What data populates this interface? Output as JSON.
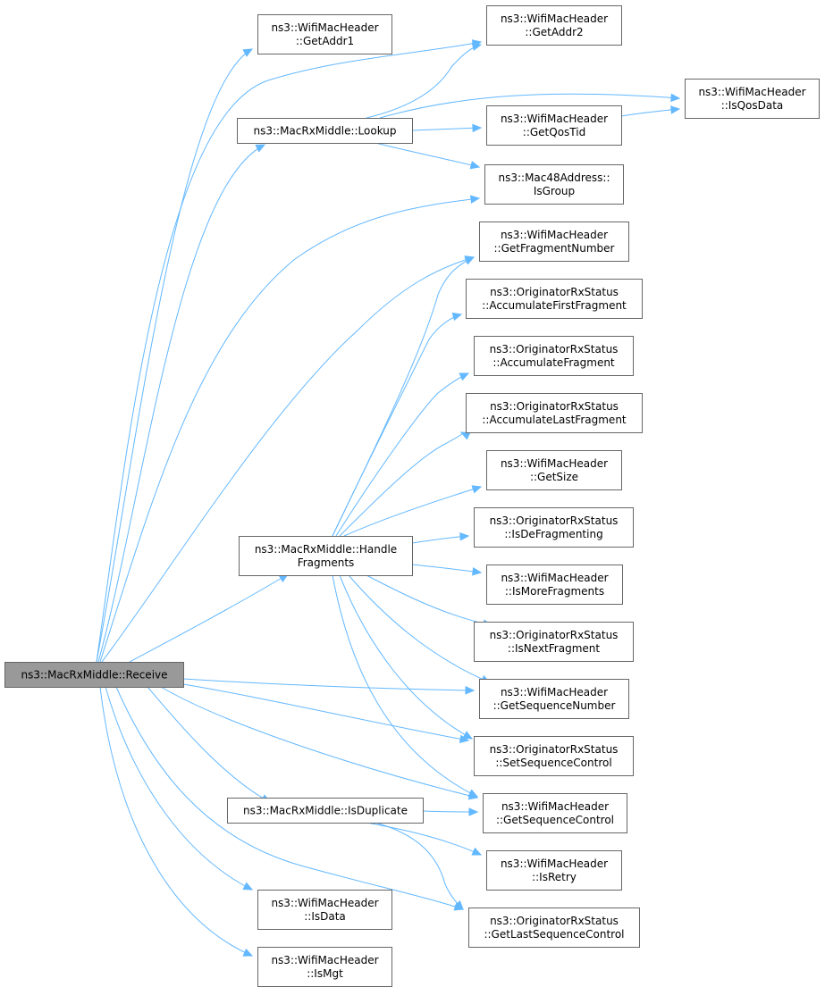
{
  "nodes": [
    {
      "id": "receive",
      "lines": [
        "ns3::MacRxMiddle::Receive"
      ],
      "root": true,
      "interactable": true
    },
    {
      "id": "getaddr1",
      "lines": [
        "ns3::WifiMacHeader",
        "::GetAddr1"
      ],
      "interactable": true
    },
    {
      "id": "getaddr2",
      "lines": [
        "ns3::WifiMacHeader",
        "::GetAddr2"
      ],
      "interactable": true
    },
    {
      "id": "lookup",
      "lines": [
        "ns3::MacRxMiddle::Lookup"
      ],
      "interactable": true
    },
    {
      "id": "isqosdata",
      "lines": [
        "ns3::WifiMacHeader",
        "::IsQosData"
      ],
      "interactable": true
    },
    {
      "id": "getqostid",
      "lines": [
        "ns3::WifiMacHeader",
        "::GetQosTid"
      ],
      "interactable": true
    },
    {
      "id": "isgroup",
      "lines": [
        "ns3::Mac48Address::",
        "IsGroup"
      ],
      "interactable": true
    },
    {
      "id": "getfragmentnumber",
      "lines": [
        "ns3::WifiMacHeader",
        "::GetFragmentNumber"
      ],
      "interactable": true
    },
    {
      "id": "accfirst",
      "lines": [
        "ns3::OriginatorRxStatus",
        "::AccumulateFirstFragment"
      ],
      "interactable": true
    },
    {
      "id": "accfrag",
      "lines": [
        "ns3::OriginatorRxStatus",
        "::AccumulateFragment"
      ],
      "interactable": true
    },
    {
      "id": "acclast",
      "lines": [
        "ns3::OriginatorRxStatus",
        "::AccumulateLastFragment"
      ],
      "interactable": true
    },
    {
      "id": "getsize",
      "lines": [
        "ns3::WifiMacHeader",
        "::GetSize"
      ],
      "interactable": true
    },
    {
      "id": "handlefragments",
      "lines": [
        "ns3::MacRxMiddle::Handle",
        "Fragments"
      ],
      "interactable": true
    },
    {
      "id": "isdefrag",
      "lines": [
        "ns3::OriginatorRxStatus",
        "::IsDeFragmenting"
      ],
      "interactable": true
    },
    {
      "id": "ismorefrag",
      "lines": [
        "ns3::WifiMacHeader",
        "::IsMoreFragments"
      ],
      "interactable": true
    },
    {
      "id": "isnextfrag",
      "lines": [
        "ns3::OriginatorRxStatus",
        "::IsNextFragment"
      ],
      "interactable": true
    },
    {
      "id": "getseqnum",
      "lines": [
        "ns3::WifiMacHeader",
        "::GetSequenceNumber"
      ],
      "interactable": true
    },
    {
      "id": "setseqctrl",
      "lines": [
        "ns3::OriginatorRxStatus",
        "::SetSequenceControl"
      ],
      "interactable": true
    },
    {
      "id": "getseqctrl",
      "lines": [
        "ns3::WifiMacHeader",
        "::GetSequenceControl"
      ],
      "interactable": true
    },
    {
      "id": "isduplicate",
      "lines": [
        "ns3::MacRxMiddle::IsDuplicate"
      ],
      "interactable": true
    },
    {
      "id": "isretry",
      "lines": [
        "ns3::WifiMacHeader",
        "::IsRetry"
      ],
      "interactable": true
    },
    {
      "id": "isdata",
      "lines": [
        "ns3::WifiMacHeader",
        "::IsData"
      ],
      "interactable": true
    },
    {
      "id": "getlastseqctrl",
      "lines": [
        "ns3::OriginatorRxStatus",
        "::GetLastSequenceControl"
      ],
      "interactable": true
    },
    {
      "id": "ismgt",
      "lines": [
        "ns3::WifiMacHeader",
        "::IsMgt"
      ],
      "interactable": true
    }
  ],
  "edges": [
    {
      "from": "receive",
      "to": "getaddr1"
    },
    {
      "from": "receive",
      "to": "getaddr2"
    },
    {
      "from": "receive",
      "to": "lookup"
    },
    {
      "from": "receive",
      "to": "isgroup"
    },
    {
      "from": "receive",
      "to": "getfragmentnumber"
    },
    {
      "from": "receive",
      "to": "handlefragments"
    },
    {
      "from": "receive",
      "to": "getseqnum"
    },
    {
      "from": "receive",
      "to": "setseqctrl"
    },
    {
      "from": "receive",
      "to": "getseqctrl"
    },
    {
      "from": "receive",
      "to": "isduplicate"
    },
    {
      "from": "receive",
      "to": "getlastseqctrl"
    },
    {
      "from": "receive",
      "to": "isdata"
    },
    {
      "from": "receive",
      "to": "ismgt"
    },
    {
      "from": "lookup",
      "to": "getaddr2"
    },
    {
      "from": "lookup",
      "to": "isqosdata"
    },
    {
      "from": "lookup",
      "to": "getqostid"
    },
    {
      "from": "lookup",
      "to": "isgroup"
    },
    {
      "from": "getqostid",
      "to": "isqosdata"
    },
    {
      "from": "handlefragments",
      "to": "getfragmentnumber"
    },
    {
      "from": "handlefragments",
      "to": "accfirst"
    },
    {
      "from": "handlefragments",
      "to": "accfrag"
    },
    {
      "from": "handlefragments",
      "to": "acclast"
    },
    {
      "from": "handlefragments",
      "to": "getsize"
    },
    {
      "from": "handlefragments",
      "to": "isdefrag"
    },
    {
      "from": "handlefragments",
      "to": "ismorefrag"
    },
    {
      "from": "handlefragments",
      "to": "isnextfrag"
    },
    {
      "from": "handlefragments",
      "to": "getseqnum"
    },
    {
      "from": "handlefragments",
      "to": "setseqctrl"
    },
    {
      "from": "handlefragments",
      "to": "getseqctrl"
    },
    {
      "from": "isduplicate",
      "to": "getseqctrl"
    },
    {
      "from": "isduplicate",
      "to": "isretry"
    },
    {
      "from": "isduplicate",
      "to": "getlastseqctrl"
    }
  ],
  "colors": {
    "edge": "#63b8ff",
    "node_border": "#666666",
    "root_fill": "#999999",
    "node_fill": "#ffffff"
  }
}
